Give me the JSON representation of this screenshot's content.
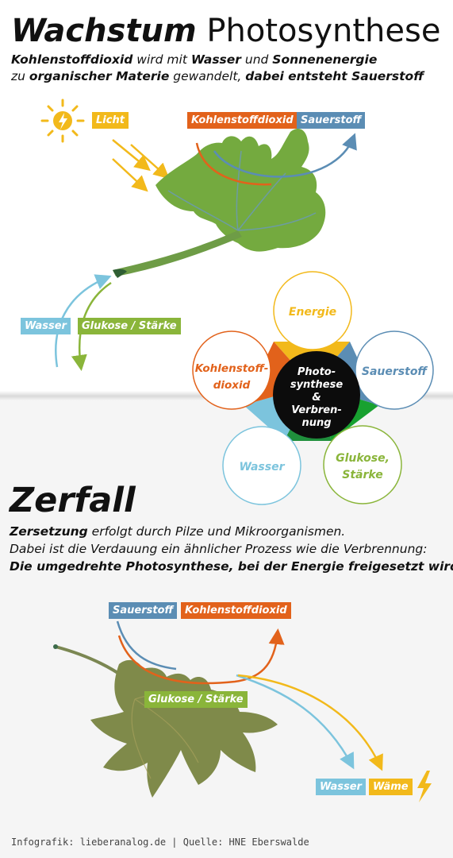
{
  "header": {
    "title_bold": "Wachstum",
    "title_light": "Photosynthese",
    "line1_parts": [
      "Kohlenstoffdioxid",
      " wird mit ",
      "Wasser",
      " und ",
      "Sonnenenergie"
    ],
    "line2_parts": [
      "zu ",
      "organischer Materie",
      " gewandelt, ",
      "dabei entsteht Sauerstoff"
    ]
  },
  "growth_labels": {
    "licht": "Licht",
    "co2": "Kohlenstoffdioxid",
    "o2": "Sauerstoff",
    "wasser": "Wasser",
    "glukose": "Glukose / Stärke"
  },
  "cycle": {
    "energie": "Energie",
    "sauerstoff": "Sauerstoff",
    "glukose_1": "Glukose,",
    "glukose_2": "Stärke",
    "wasser": "Wasser",
    "kohlen_1": "Kohlenstoff-",
    "kohlen_2": "dioxid",
    "center_1": "Photo-",
    "center_2": "synthese",
    "center_3": "&",
    "center_4": "Verbren-",
    "center_5": "nung"
  },
  "decay": {
    "title": "Zerfall",
    "line1_parts": [
      "Zersetzung",
      " erfolgt durch Pilze und Mikroorganismen."
    ],
    "line2": "Dabei ist die Verdauung ein ähnlicher Prozess wie die Verbrennung:",
    "line3": "Die umgedrehte Photosynthese, bei der Energie freigesetzt wird"
  },
  "decay_labels": {
    "o2": "Sauerstoff",
    "co2": "Kohlenstoffdioxid",
    "glukose": "Glukose / Stärke",
    "wasser": "Wasser",
    "waerme": "Wäme"
  },
  "footer": "Infografik: lieberanalog.de | Quelle: HNE Eberswalde",
  "colors": {
    "yellow": "#f2b91b",
    "orange": "#e2621b",
    "blue": "#5b8db4",
    "lightblue": "#7cc4dd",
    "green": "#8ab53a",
    "leaf_green": "#74aa3f",
    "leaf_decay": "#7f8a4a"
  }
}
